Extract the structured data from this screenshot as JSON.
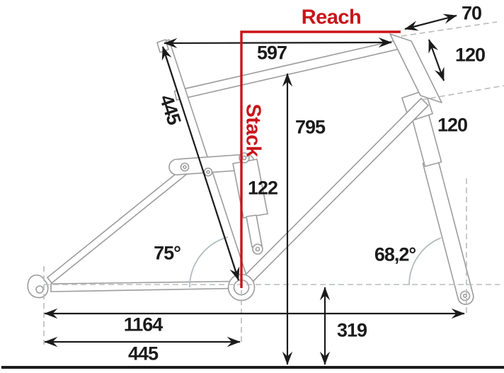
{
  "diagram": {
    "type": "bike-frame-geometry",
    "labels": {
      "reach": "Reach",
      "stack": "Stack",
      "top_tube_length": "597",
      "seat_tube_length": "445",
      "stem_length": "70",
      "head_tube_length": "120",
      "fork_travel": "120",
      "standover_height": "795",
      "shock_stroke": "122",
      "seat_tube_angle": "75°",
      "head_tube_angle": "68,2°",
      "wheelbase": "1164",
      "chainstay_length": "445",
      "bb_height": "319"
    },
    "colors": {
      "accent_red": "#c9141a",
      "dimension_black": "#1b1b1b",
      "frame_outline": "#9c9c9c",
      "guide_dash": "#b7bdb9",
      "angle_arc": "#b2bcc0"
    }
  }
}
